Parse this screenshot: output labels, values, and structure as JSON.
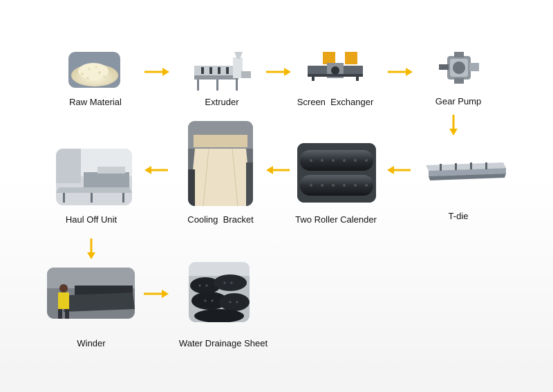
{
  "steps": [
    {
      "label": "Raw Material"
    },
    {
      "label": "Extruder"
    },
    {
      "label": "Screen  Exchanger"
    },
    {
      "label": "Gear Pump"
    },
    {
      "label": "T-die"
    },
    {
      "label": "Two Roller Calender"
    },
    {
      "label": "Cooling  Bracket"
    },
    {
      "label": "Haul Off Unit"
    },
    {
      "label": "Winder"
    },
    {
      "label": "Water Drainage Sheet"
    }
  ],
  "colors": {
    "arrow": "#f5b800",
    "machine_yellow": "#e8a317",
    "steel": "#9aa3ad",
    "dark_sheet": "#2b2f33"
  },
  "icons": [
    "arrow-right-icon",
    "arrow-down-icon",
    "arrow-left-icon"
  ]
}
